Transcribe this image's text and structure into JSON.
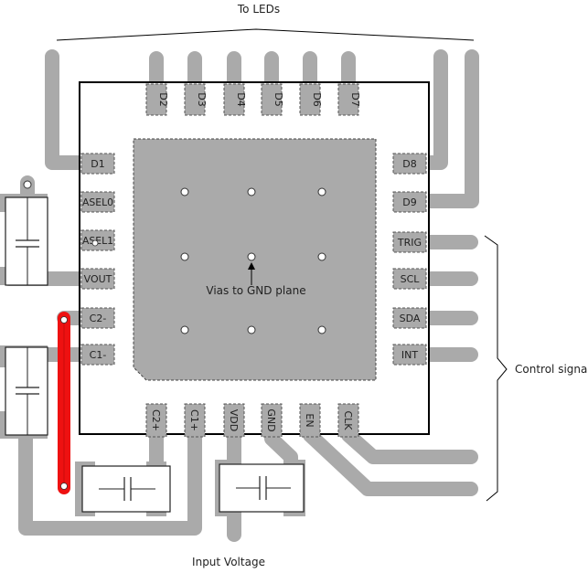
{
  "annotations": {
    "to_leds": "To LEDs",
    "control_signals": "Control signals",
    "vias_label": "Vias to GND plane",
    "input_voltage": "Input Voltage"
  },
  "pins": {
    "top": [
      "D2",
      "D3",
      "D4",
      "D5",
      "D6",
      "D7"
    ],
    "left": [
      "D1",
      "ASEL0",
      "ASEL1",
      "VOUT",
      "C2-",
      "C1-"
    ],
    "right": [
      "D8",
      "D9",
      "TRIG",
      "SCL",
      "SDA",
      "INT"
    ],
    "bottom": [
      "C2+",
      "C1+",
      "VDD",
      "GND",
      "EN",
      "CLK"
    ]
  },
  "colors": {
    "trace": "#aaaaaa",
    "flying_cap_link": "#ee1111",
    "chip_outline": "#000000",
    "ground_pad": "#aaaaaa"
  }
}
